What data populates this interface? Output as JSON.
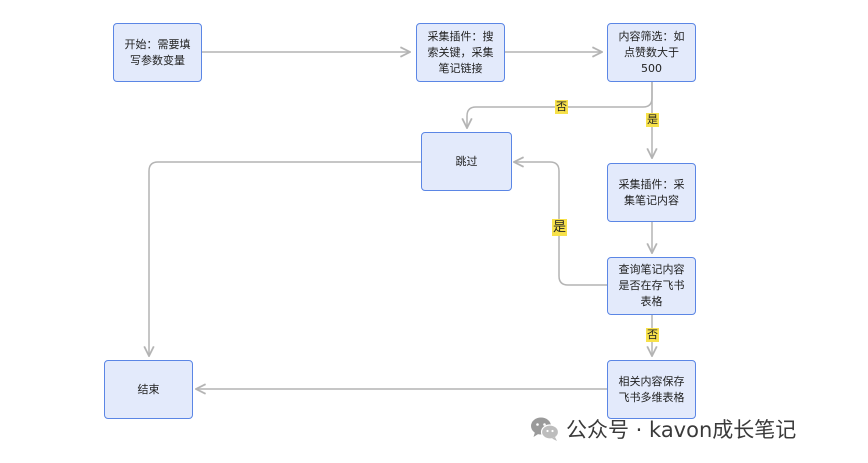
{
  "nodes": {
    "start": "开始：需要填写参数变量",
    "collect_links": "采集插件：搜索关键，采集笔记链接",
    "filter": "内容筛选：如点赞数大于500",
    "skip": "跳过",
    "collect_content": "采集插件：采集笔记内容",
    "check_exists": "查询笔记内容是否在存飞书表格",
    "save": "相关内容保存飞书多维表格",
    "end": "结束"
  },
  "edge_labels": {
    "filter_no": "否",
    "filter_yes": "是",
    "exists_yes": "是",
    "exists_no": "否"
  },
  "colors": {
    "node_fill": "#e3eafb",
    "node_border": "#5b86e5",
    "edge": "#b4b4b4",
    "label_bg": "#f7e14a"
  },
  "watermark": {
    "text": "公众号 · kavon成长笔记",
    "icon": "wechat-icon"
  }
}
